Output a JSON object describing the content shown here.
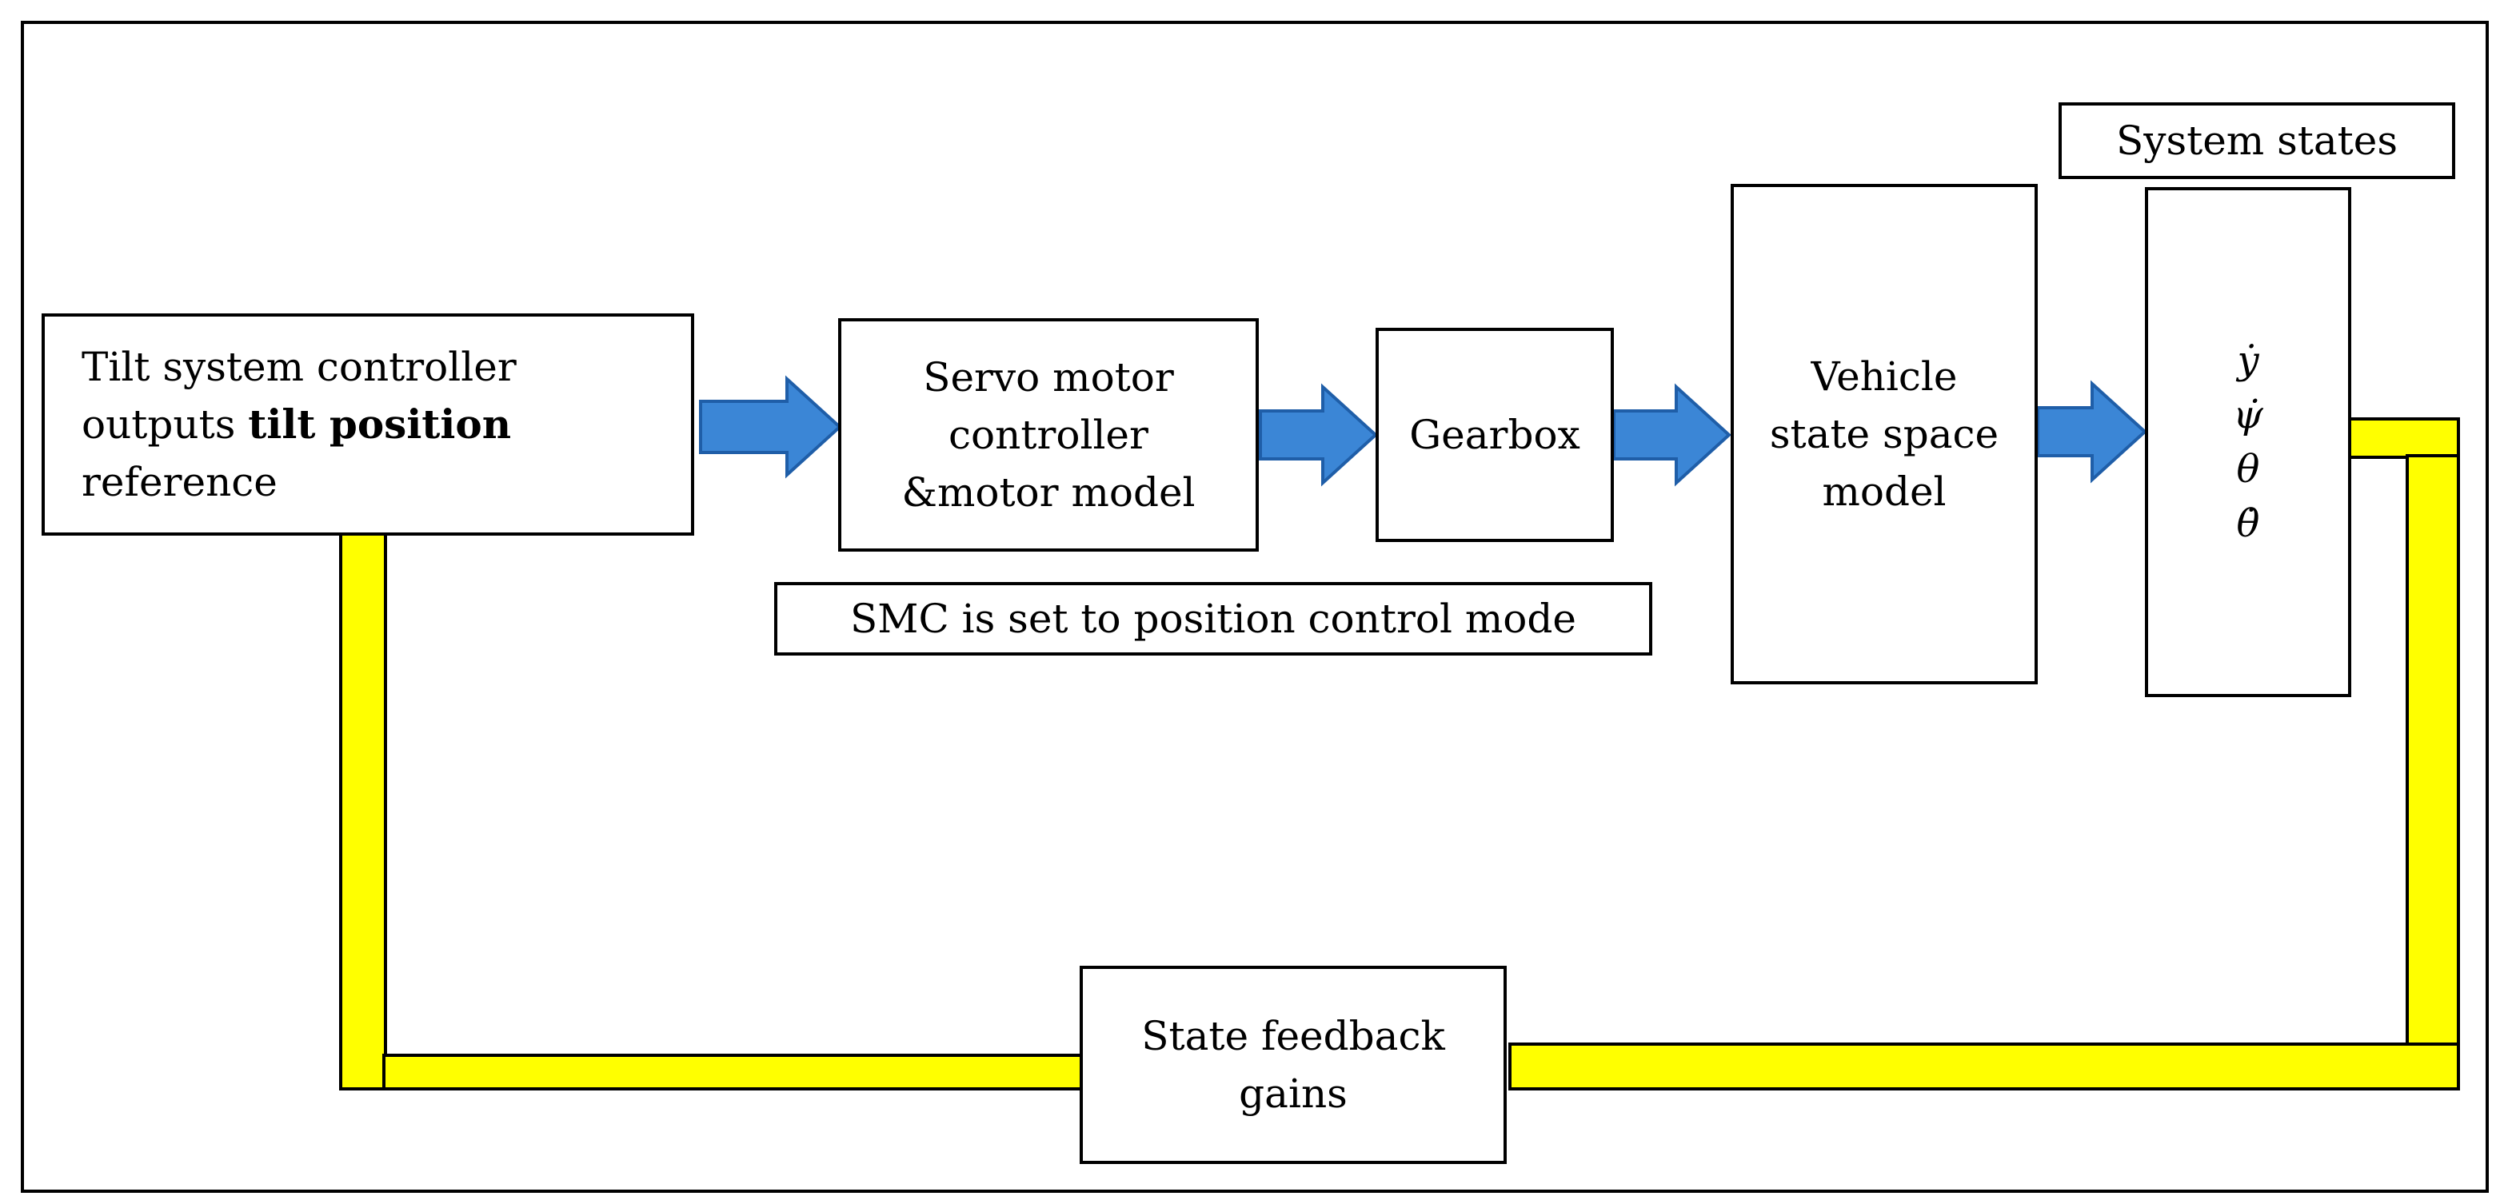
{
  "diagram": {
    "tilt_controller": {
      "line1": "Tilt system controller",
      "line2_pre": "outputs ",
      "line2_bold": "tilt position",
      "line3": "reference"
    },
    "servo": {
      "line1": "Servo motor",
      "line2": "controller",
      "line3": "&motor model"
    },
    "gearbox": "Gearbox",
    "vehicle": {
      "line1": "Vehicle",
      "line2": "state space",
      "line3": "model"
    },
    "system_states_label": "System states",
    "states": [
      "ẏ",
      "ψ̇",
      "θ",
      "θ̇"
    ],
    "smc_note": "SMC is set to position control mode",
    "feedback": {
      "line1": "State feedback",
      "line2": "gains"
    },
    "colors": {
      "arrow_fill": "#3b86d6",
      "arrow_stroke": "#1f5ea8",
      "feedback_fill": "#ffff00",
      "border": "#000000"
    }
  }
}
